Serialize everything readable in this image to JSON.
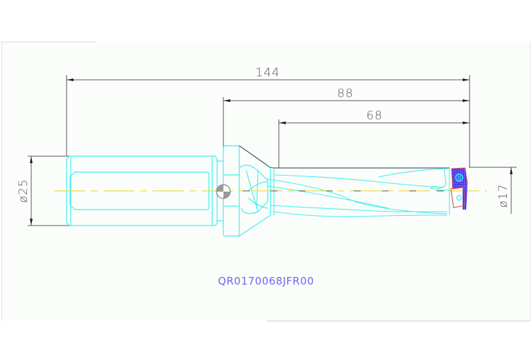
{
  "drawing": {
    "part_number": "QR0170068JFR00",
    "dimensions": {
      "overall_length": "144",
      "flange_to_tip": "88",
      "flute_length": "68",
      "shank_diameter": "ø25",
      "drill_diameter": "ø17"
    },
    "colors": {
      "outline": "#3ff0f0",
      "centerline": "#e8e040",
      "dimension": "#555555",
      "insert_fill": "#4a3ff0",
      "insert_edge": "#e04040",
      "label": "#6a6af0",
      "background": "#fbfdfb"
    }
  }
}
